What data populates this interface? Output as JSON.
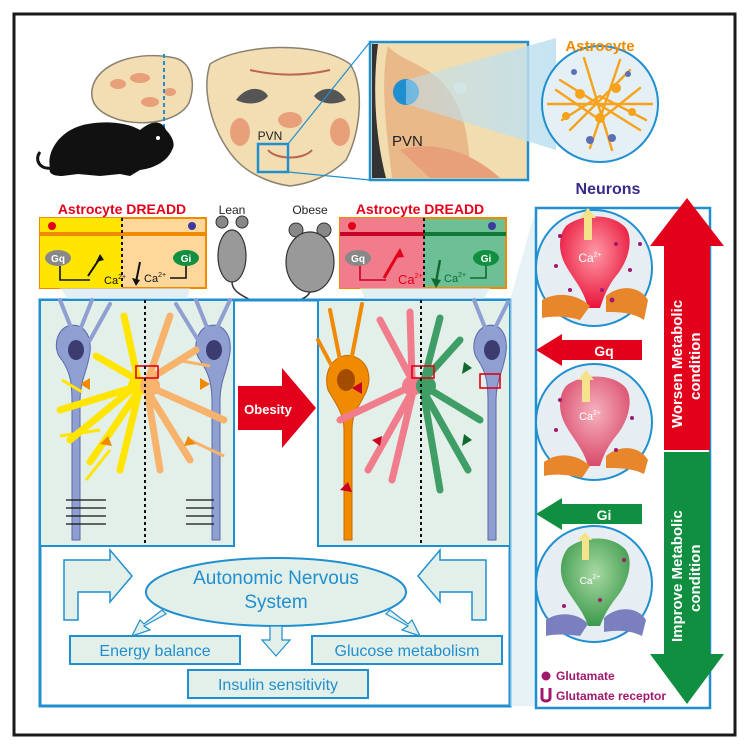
{
  "brain": {
    "pvn_label": "PVN",
    "zoom_label": "PVN"
  },
  "astrocyte_title": "Astrocyte",
  "neurons_title": "Neurons",
  "lean": {
    "dreadd_title": "Astrocyte DREADD",
    "animal_label": "Lean",
    "gq_label": "Gq",
    "gi_label": "Gi",
    "ca_label": "Ca",
    "ca_sup": "2+"
  },
  "obese": {
    "dreadd_title": "Astrocyte DREADD",
    "animal_label": "Obese",
    "gq_label": "Gq",
    "gi_label": "Gi",
    "ca_label": "Ca",
    "ca_sup": "2+"
  },
  "obesity_label": "Obesity",
  "ans": {
    "line1": "Autonomic Nervous",
    "line2": "System"
  },
  "outputs": {
    "energy": "Energy balance",
    "glucose": "Glucose metabolism",
    "insulin": "Insulin sensitivity"
  },
  "right_panel": {
    "worsen_line1": "Worsen Metabolic",
    "worsen_line2": "condition",
    "improve_line1": "Improve Metabolic",
    "improve_line2": "condition",
    "gq_label": "Gq",
    "gi_label": "Gi",
    "ca_label": "Ca",
    "ca_sup": "2+",
    "legend_glutamate": "Glutamate",
    "legend_receptor": "Glutamate receptor"
  },
  "colors": {
    "frame": "#1a1a1a",
    "blue": "#1f8fd0",
    "red": "#e2001a",
    "green": "#0f8f3f",
    "astro_orange": "#f7a21b",
    "yellow": "#ffe500",
    "panel_fill": "#e3efe9",
    "neuron_blue": "#8f9fd1",
    "magenta": "#a3186f"
  }
}
